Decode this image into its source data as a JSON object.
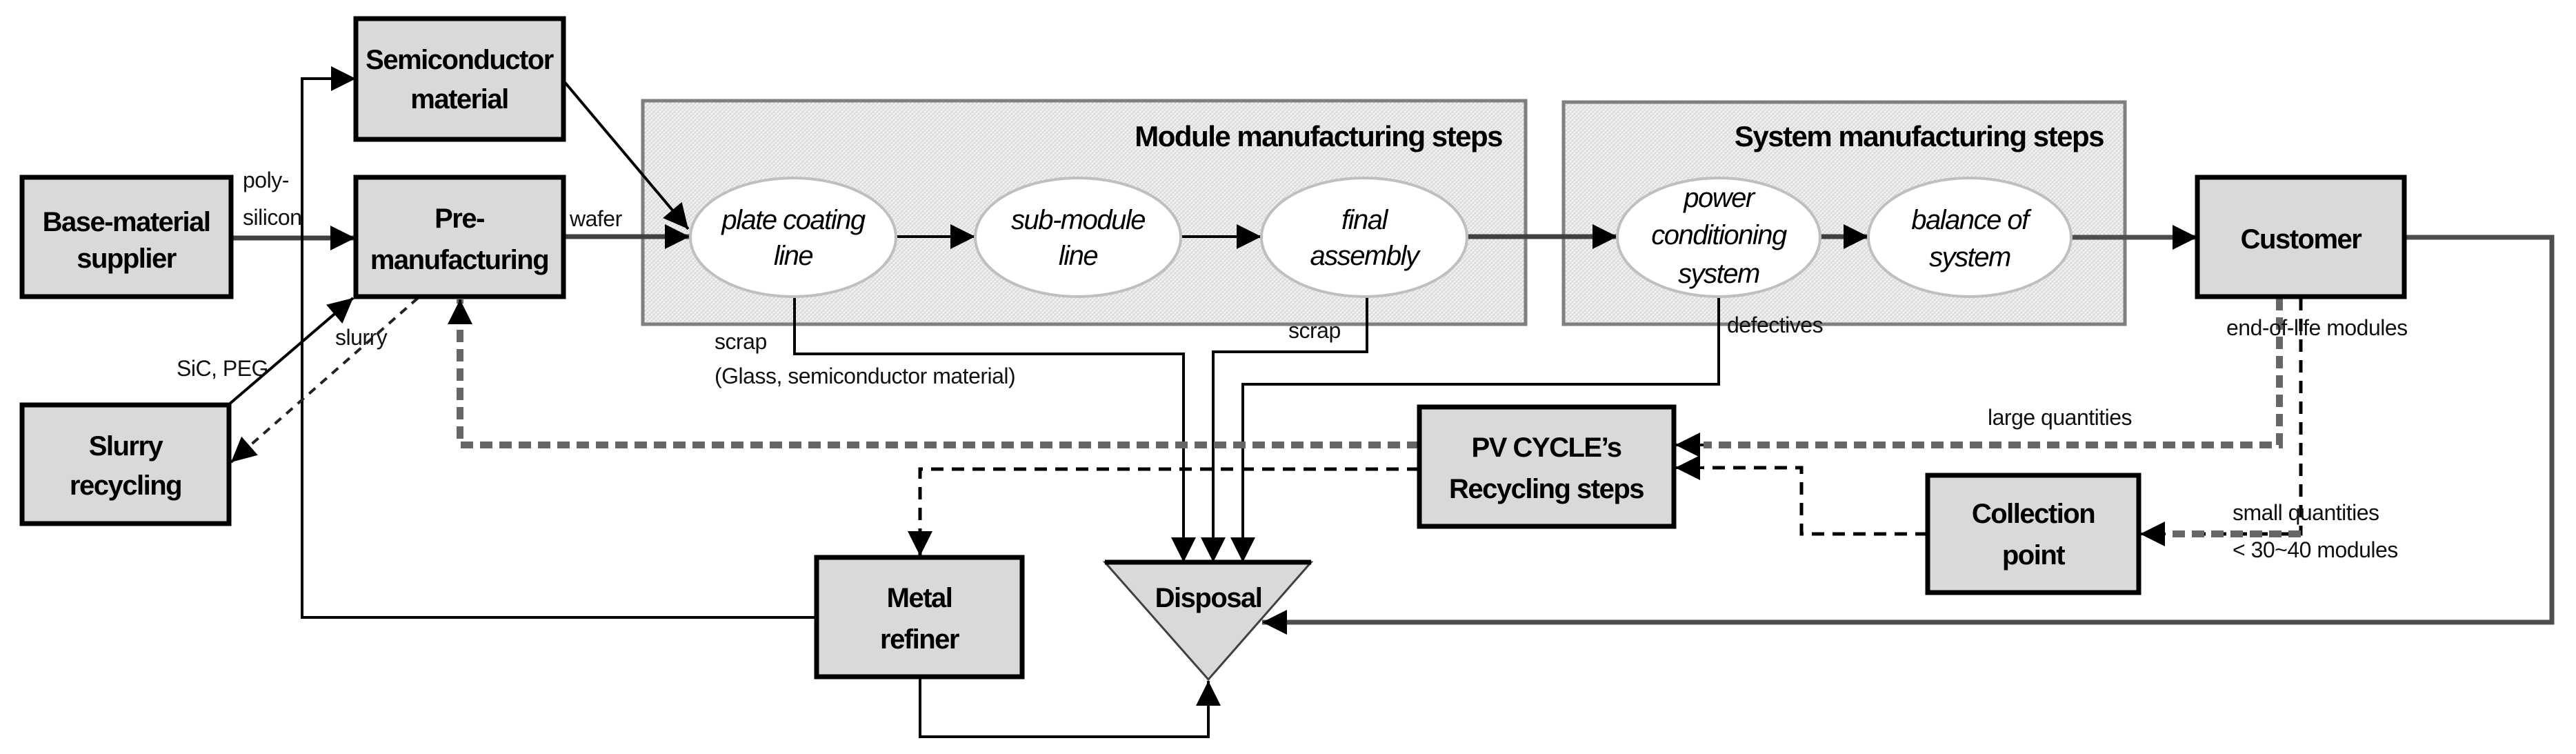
{
  "diagram": {
    "boxes": {
      "base_material": [
        "Base-material",
        "supplier"
      ],
      "semiconductor": [
        "Semiconductor",
        "material"
      ],
      "pre_manufacturing": [
        "Pre-",
        "manufacturing"
      ],
      "slurry_recycling": [
        "Slurry",
        "recycling"
      ],
      "customer": [
        "Customer"
      ],
      "pv_cycle": [
        "PV CYCLE’s",
        "Recycling steps"
      ],
      "collection_point": [
        "Collection",
        "point"
      ],
      "metal_refiner": [
        "Metal",
        "refiner"
      ],
      "disposal": [
        "Disposal"
      ]
    },
    "groups": {
      "module": {
        "title": "Module manufacturing steps",
        "steps": [
          [
            "plate coating",
            "line"
          ],
          [
            "sub-module",
            "line"
          ],
          [
            "final",
            "assembly"
          ]
        ]
      },
      "system": {
        "title": "System manufacturing steps",
        "steps": [
          [
            "power",
            "conditioning",
            "system"
          ],
          [
            "balance of",
            "system"
          ]
        ]
      }
    },
    "flow_labels": {
      "polysilicon": [
        "poly-",
        "silicon"
      ],
      "wafer": "wafer",
      "slurry": "slurry",
      "sic_peg": "SiC, PEG",
      "scrap_1": "scrap",
      "scrap_1_detail": "(Glass, semiconductor material)",
      "scrap_2": "scrap",
      "defectives": "defectives",
      "end_of_life": "end-of-life modules",
      "large_quantities": "large quantities",
      "small_quantities": "small quantities",
      "small_quantities_detail": "< 30~40 modules"
    },
    "colors": {
      "box_fill": "#d9d9d9",
      "group_fill": "#ececec",
      "step_fill": "#ffffff"
    }
  }
}
